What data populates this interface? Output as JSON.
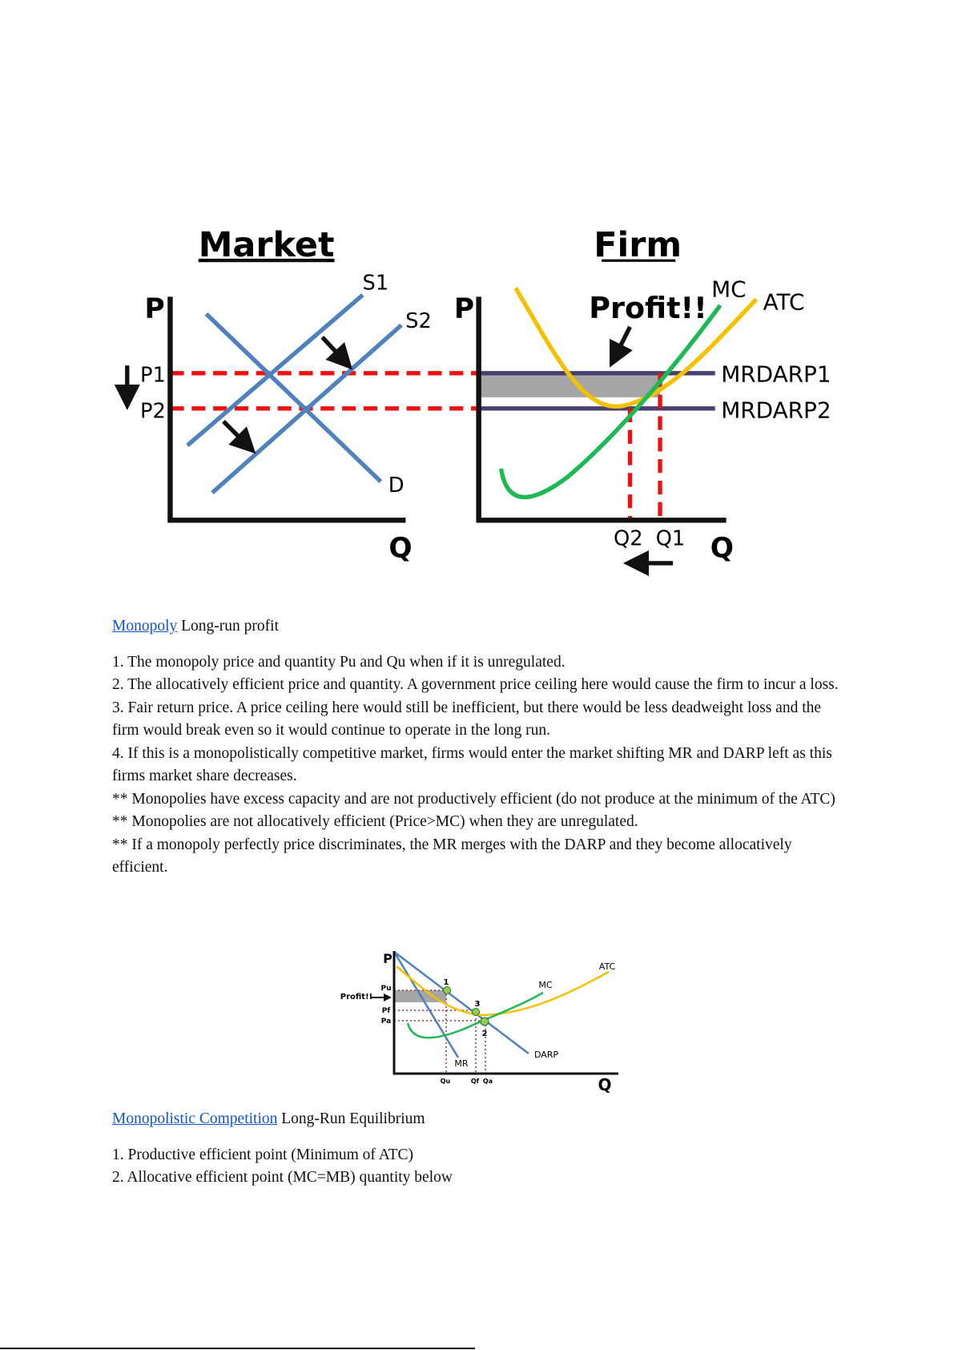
{
  "figure1": {
    "market": {
      "title": "Market",
      "p_label": "P",
      "q_label": "Q",
      "s1": "S1",
      "s2": "S2",
      "d": "D",
      "p1": "P1",
      "p2": "P2"
    },
    "firm": {
      "title": "Firm",
      "p_label": "P",
      "q_label": "Q",
      "profit": "Profit!!",
      "mc": "MC",
      "atc": "ATC",
      "mrdarp1": "MRDARP1",
      "mrdarp2": "MRDARP2",
      "q1": "Q1",
      "q2": "Q2"
    }
  },
  "section1": {
    "link": "Monopoly",
    "heading_rest": " Long-run profit",
    "lines": [
      "1. The monopoly price and quantity Pu and Qu when if it is unregulated.",
      "2. The allocatively efficient price and quantity. A government price ceiling here would cause the firm to incur a loss.",
      "3. Fair return price. A price ceiling here would still be inefficient, but there would be less deadweight loss and the firm would break even so it would continue to operate in the long run.",
      "4. If this is a monopolistically competitive market, firms would enter the market shifting MR and DARP left as this firms market share decreases.",
      "** Monopolies have excess capacity and are not productively efficient (do not produce at the minimum of the ATC)",
      "** Monopolies are not allocatively efficient (Price>MC) when they are unregulated.",
      "** If a monopoly perfectly price discriminates, the MR merges with the DARP and they become allocatively efficient."
    ]
  },
  "figure2": {
    "p": "P",
    "q": "Q",
    "profit": "Profit!!",
    "pu": "Pu",
    "pf": "Pf",
    "pa": "Pa",
    "qu": "Qu",
    "qf": "Qf",
    "qa": "Qa",
    "mc": "MC",
    "atc": "ATC",
    "darp": "DARP",
    "mr": "MR",
    "pt1": "1",
    "pt2": "2",
    "pt3": "3"
  },
  "section2": {
    "link": "Monopolistic Competition",
    "heading_rest": " Long-Run Equilibrium",
    "lines": [
      "1. Productive efficient point (Minimum of ATC)",
      "2. Allocative efficient point (MC=MB) quantity below"
    ]
  },
  "colors": {
    "blue": "#4f81bd",
    "red": "#ee1111",
    "green": "#1db954",
    "yellow": "#f5c000",
    "purple": "#4b3f72",
    "gray": "#a6a6a6",
    "link": "#1155cc"
  }
}
